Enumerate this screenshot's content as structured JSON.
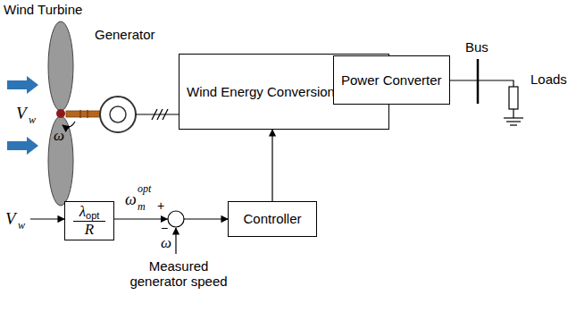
{
  "diagram": {
    "nodes": [
      {
        "text": [
          "Wind Energy Conversion system"
        ]
      },
      {
        "text": [
          "Power Converter"
        ]
      },
      {
        "text": [
          "Controller"
        ]
      },
      {
        "text": [
          "λ",
          "opt",
          "R"
        ]
      }
    ],
    "edges": [
      {
        "from": 0,
        "to": 1,
        "arrow": "to"
      },
      {
        "from": 2,
        "to": 0,
        "arrow": "to"
      },
      {
        "from": 3,
        "to": 2,
        "arrow": "to"
      }
    ],
    "labels": [
      "Wind Turbine",
      "Generator",
      "V",
      "w",
      "ω",
      "Bus",
      "Loads",
      "V",
      "w",
      "ω",
      "m",
      "opt",
      "+",
      "−",
      "ω",
      "Measured generator speed"
    ]
  }
}
